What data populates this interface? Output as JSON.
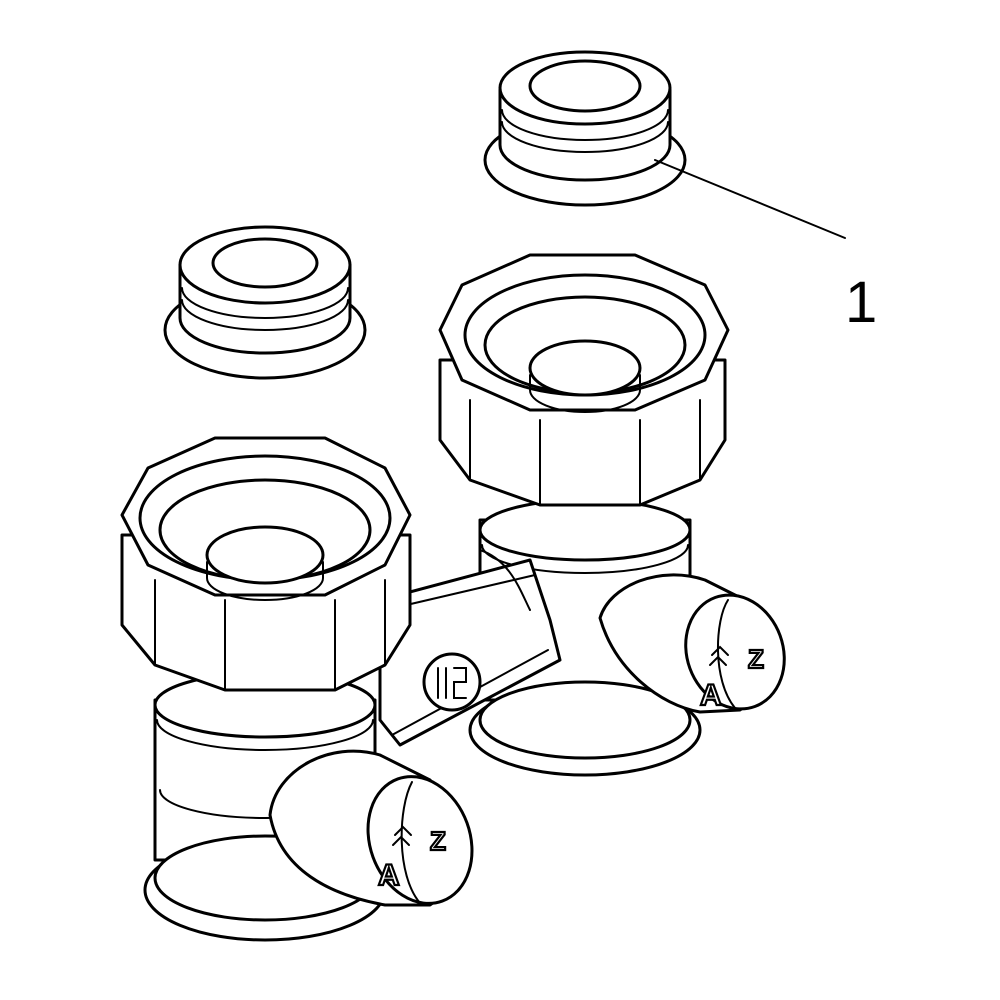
{
  "callout": {
    "label": "1"
  },
  "knob_markings": {
    "left": "A",
    "right": "Z"
  },
  "logo_text": "",
  "colors": {
    "line": "#000000",
    "fill": "#ffffff"
  },
  "icons": [
    "seal-ring-icon",
    "union-nut-icon",
    "valve-knob-icon",
    "logo-icon"
  ]
}
